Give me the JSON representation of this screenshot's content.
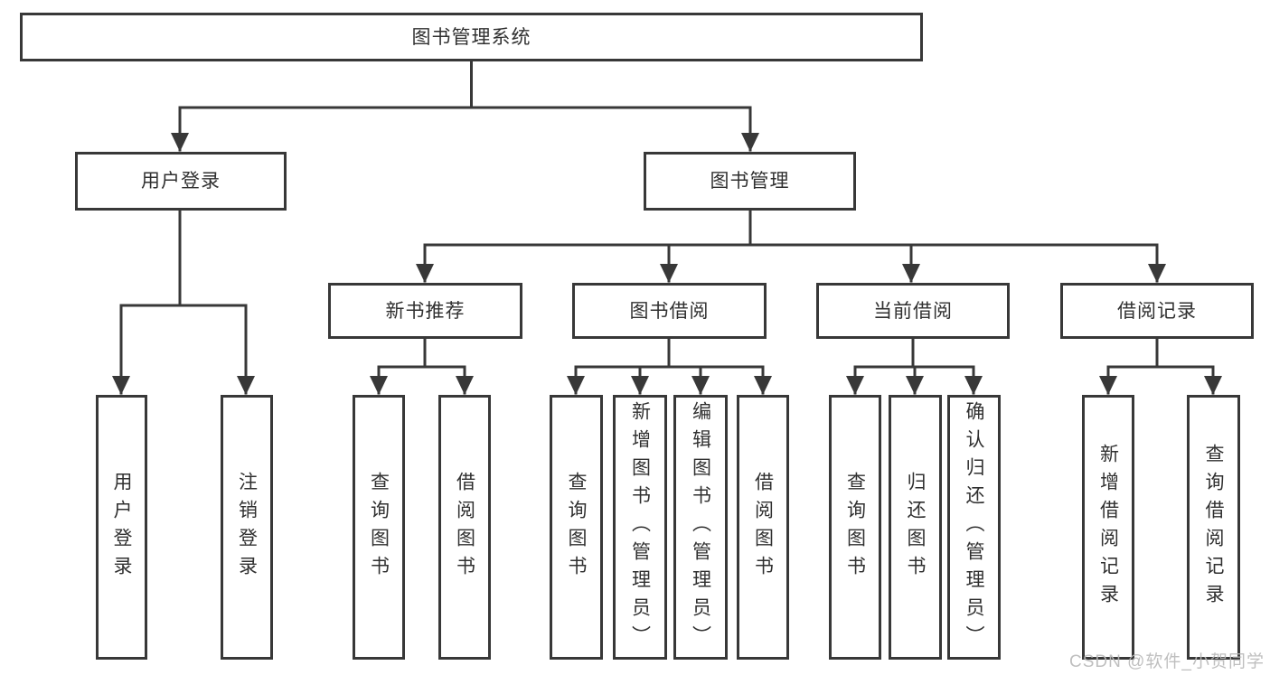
{
  "colors": {
    "line": "#383838",
    "box_fill": "#ffffff",
    "text": "#303030",
    "watermark": "#b9b9b9"
  },
  "root": {
    "label": "图书管理系统"
  },
  "branches": {
    "user_login": {
      "label": "用户登录",
      "children": [
        {
          "label": "用户登录"
        },
        {
          "label": "注销登录"
        }
      ]
    },
    "book_management": {
      "label": "图书管理",
      "sections": [
        {
          "label": "新书推荐",
          "children": [
            {
              "label": "查询图书"
            },
            {
              "label": "借阅图书"
            }
          ]
        },
        {
          "label": "图书借阅",
          "children": [
            {
              "label": "查询图书"
            },
            {
              "label": "新增图书（管理员）"
            },
            {
              "label": "编辑图书（管理员）"
            },
            {
              "label": "借阅图书"
            }
          ]
        },
        {
          "label": "当前借阅",
          "children": [
            {
              "label": "查询图书"
            },
            {
              "label": "归还图书"
            },
            {
              "label": "确认归还（管理员）"
            }
          ]
        },
        {
          "label": "借阅记录",
          "children": [
            {
              "label": "新增借阅记录"
            },
            {
              "label": "查询借阅记录"
            }
          ]
        }
      ]
    }
  },
  "watermark": "CSDN @软件_小贺同学"
}
